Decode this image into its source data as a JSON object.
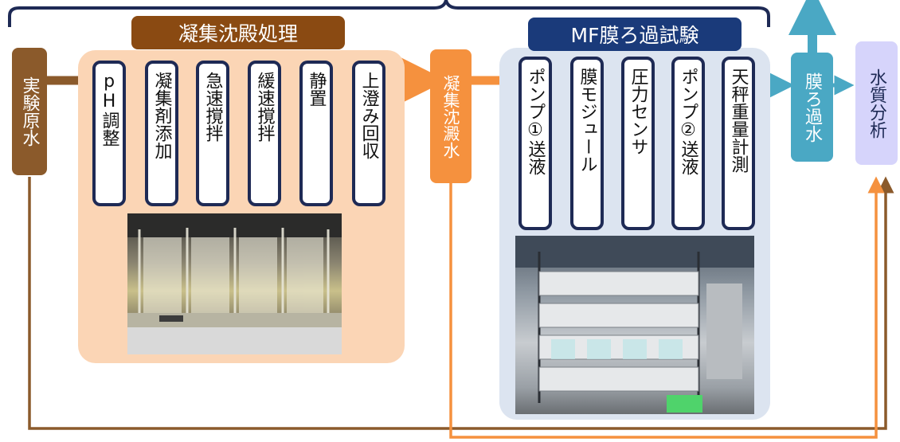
{
  "sections": {
    "coag": {
      "title": "凝集沈殿処理"
    },
    "mf": {
      "title": "MF膜ろ過試験"
    }
  },
  "nodes": {
    "raw_water": "実験原水",
    "settled_water": "凝集沈澱水",
    "permeate": "膜ろ過水",
    "analysis": "水質分析"
  },
  "coag_steps": [
    "pH調整",
    "凝集剤添加",
    "急速撹拌",
    "緩速撹拌",
    "静置",
    "上澄み回収"
  ],
  "mf_steps": [
    "ポンプ①送液",
    "膜モジュール",
    "圧力センサ",
    "ポンプ②送液",
    "天秤重量計測"
  ],
  "photos": {
    "jar_test": "jar-test-photo",
    "mf_rig": "mf-test-rig-photo"
  },
  "colors": {
    "navy": "#1e2a55",
    "brown": "#8b5a2b",
    "orange": "#f5913e",
    "teal": "#4aa8c4",
    "peach_panel": "#fbd5b5",
    "blue_panel": "#dce4f0",
    "analysis_fill": "#d6d4fb"
  }
}
